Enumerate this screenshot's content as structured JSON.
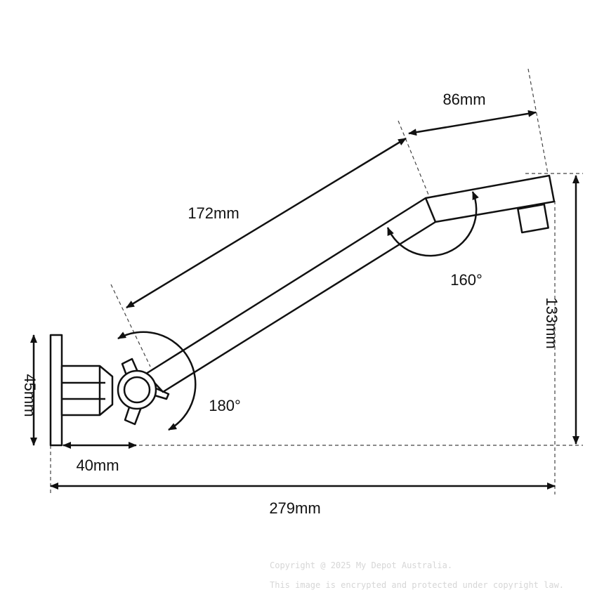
{
  "dimensions": {
    "arm_upper": "86mm",
    "arm_lower": "172mm",
    "height": "133mm",
    "angle_elbow": "160°",
    "angle_swivel": "180°",
    "flange_height": "45mm",
    "base_depth": "40mm",
    "total_length": "279mm"
  },
  "watermark": {
    "line1": "Copyright @ 2025 My Depot Australia.",
    "line2": "This image is encrypted and protected under copyright law."
  },
  "colors": {
    "ink": "#111111",
    "watermark": "#d6d6d6"
  }
}
